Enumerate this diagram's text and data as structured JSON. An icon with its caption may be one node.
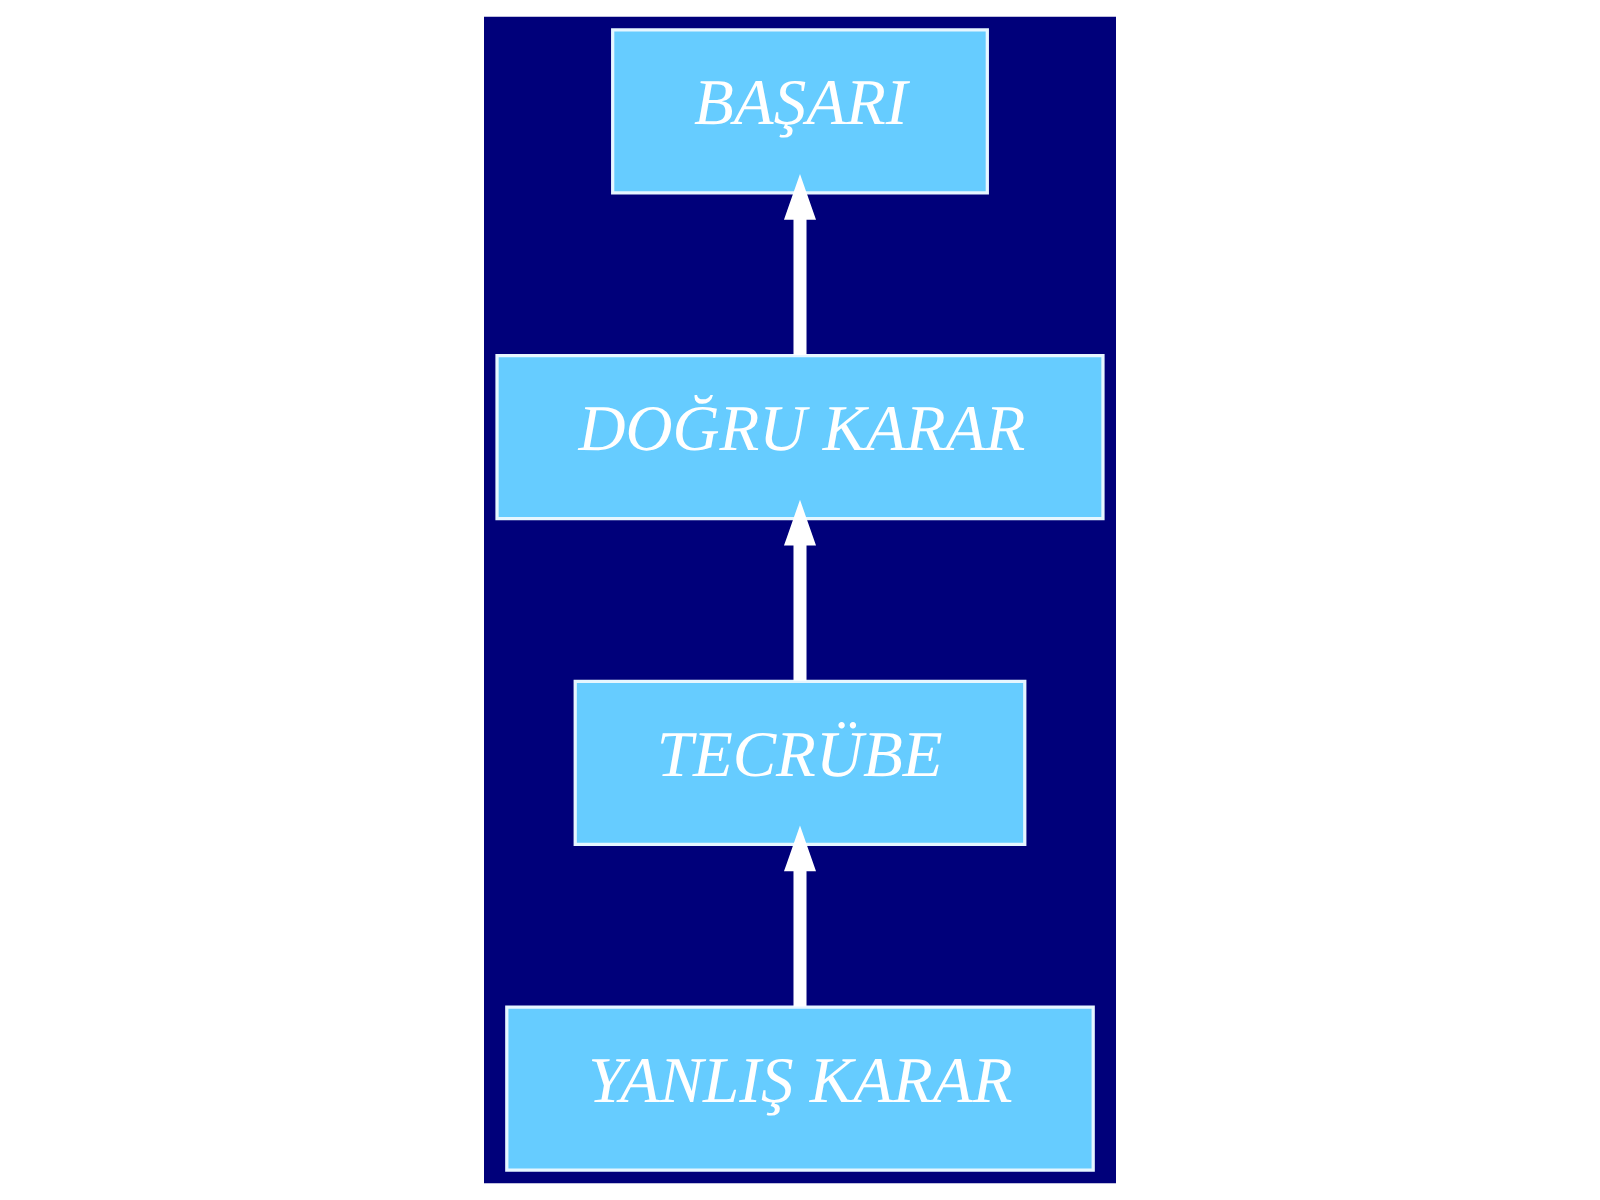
{
  "diagram": {
    "nodes": [
      {
        "text": [
          "BAŞARI"
        ]
      },
      {
        "text": [
          "DOĞRU KARAR"
        ]
      },
      {
        "text": [
          "TECRÜBE"
        ]
      },
      {
        "text": [
          "YANLIŞ KARAR"
        ]
      }
    ],
    "edges": [
      {
        "from": 3,
        "to": 2,
        "arrow": "to"
      },
      {
        "from": 2,
        "to": 1,
        "arrow": "to"
      },
      {
        "from": 1,
        "to": 0,
        "arrow": "to"
      }
    ]
  }
}
